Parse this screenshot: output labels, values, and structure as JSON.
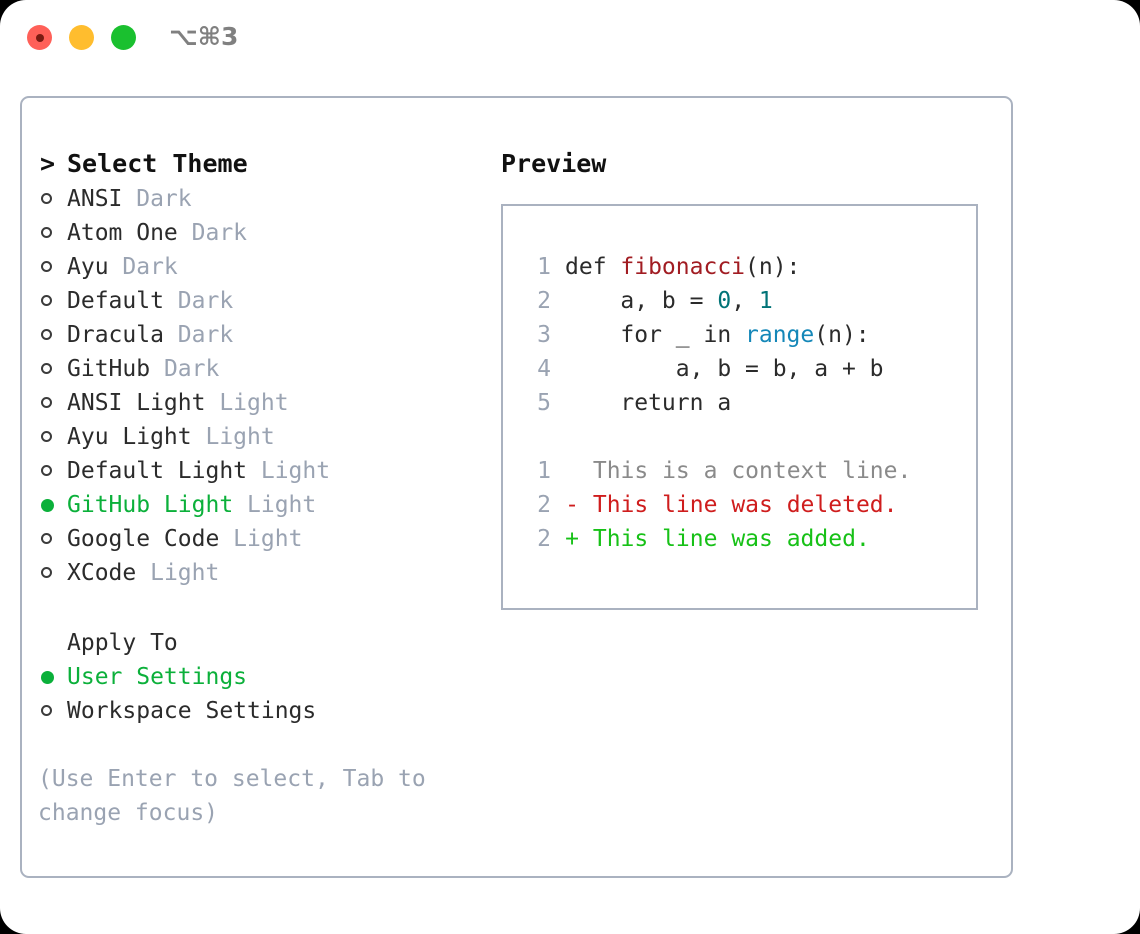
{
  "titlebar": {
    "shortcut": "⌥⌘3",
    "dots": [
      "close-red",
      "minimize-yellow",
      "zoom-green"
    ]
  },
  "theme_selector": {
    "header": "Select Theme",
    "header_prefix": ">",
    "items": [
      {
        "name": "ANSI",
        "variant": "Dark",
        "selected": false
      },
      {
        "name": "Atom One",
        "variant": "Dark",
        "selected": false
      },
      {
        "name": "Ayu",
        "variant": "Dark",
        "selected": false
      },
      {
        "name": "Default",
        "variant": "Dark",
        "selected": false
      },
      {
        "name": "Dracula",
        "variant": "Dark",
        "selected": false
      },
      {
        "name": "GitHub",
        "variant": "Dark",
        "selected": false
      },
      {
        "name": "ANSI Light",
        "variant": "Light",
        "selected": false
      },
      {
        "name": "Ayu Light",
        "variant": "Light",
        "selected": false
      },
      {
        "name": "Default Light",
        "variant": "Light",
        "selected": false
      },
      {
        "name": "GitHub Light",
        "variant": "Light",
        "selected": true
      },
      {
        "name": "Google Code",
        "variant": "Light",
        "selected": false
      },
      {
        "name": "XCode",
        "variant": "Light",
        "selected": false
      }
    ]
  },
  "apply_to": {
    "header": "Apply To",
    "items": [
      {
        "name": "User Settings",
        "selected": true
      },
      {
        "name": "Workspace Settings",
        "selected": false
      }
    ]
  },
  "hint": "(Use Enter to select, Tab to change focus)",
  "preview": {
    "title": "Preview",
    "code_lines": [
      {
        "no": "1",
        "indent": "",
        "tokens": [
          {
            "t": "def ",
            "c": "plain"
          },
          {
            "t": "fibonacci",
            "c": "func"
          },
          {
            "t": "(n):",
            "c": "plain"
          }
        ]
      },
      {
        "no": "2",
        "indent": "    ",
        "tokens": [
          {
            "t": "a, b = ",
            "c": "plain"
          },
          {
            "t": "0",
            "c": "num"
          },
          {
            "t": ", ",
            "c": "plain"
          },
          {
            "t": "1",
            "c": "num"
          }
        ]
      },
      {
        "no": "3",
        "indent": "    ",
        "tokens": [
          {
            "t": "for _ in ",
            "c": "plain"
          },
          {
            "t": "range",
            "c": "call"
          },
          {
            "t": "(n):",
            "c": "plain"
          }
        ]
      },
      {
        "no": "4",
        "indent": "        ",
        "tokens": [
          {
            "t": "a, b = b, a + b",
            "c": "plain"
          }
        ]
      },
      {
        "no": "5",
        "indent": "    ",
        "tokens": [
          {
            "t": "return a",
            "c": "plain"
          }
        ]
      }
    ],
    "diff_lines": [
      {
        "no": "1",
        "sign": " ",
        "text": "This is a context line.",
        "kind": "context"
      },
      {
        "no": "2",
        "sign": "-",
        "text": "This line was deleted.",
        "kind": "deleted"
      },
      {
        "no": "2",
        "sign": "+",
        "text": "This line was added.",
        "kind": "added"
      }
    ]
  },
  "colors": {
    "accent_green": "#0bb03a",
    "muted": "#9aa3b2",
    "border": "#aab2c0",
    "func_red": "#a11c22",
    "num_teal": "#017377",
    "call_blue": "#1487b8",
    "diff_del": "#cf1d1d",
    "diff_add": "#17c117"
  }
}
